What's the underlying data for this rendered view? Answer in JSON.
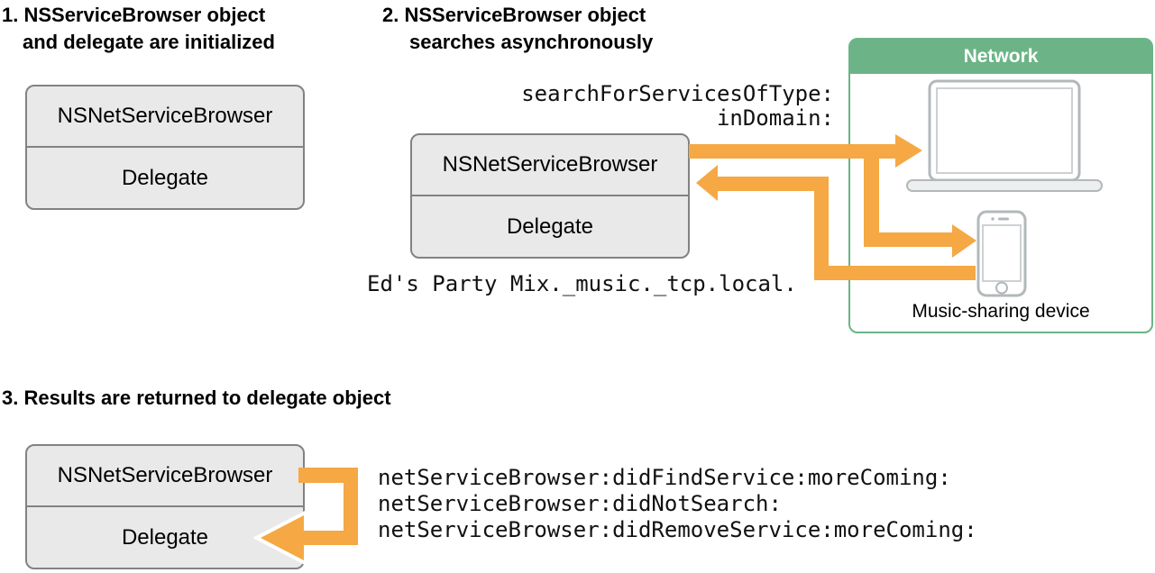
{
  "colors": {
    "arrow_orange": "#F5A843",
    "network_green": "#6CB487",
    "box_fill": "#E9E9E9",
    "box_border": "#828282",
    "device_gray": "#B3B8BB"
  },
  "step1": {
    "heading_line1": "1. NSServiceBrowser object",
    "heading_line2": "and delegate are initialized"
  },
  "step2": {
    "heading_line1": "2. NSServiceBrowser object",
    "heading_line2": "searches asynchronously",
    "call_line1": "searchForServicesOfType:",
    "call_line2": "inDomain:",
    "service_result": "Ed's Party Mix._music._tcp.local."
  },
  "step3": {
    "heading": "3. Results are returned to delegate object",
    "callbacks": [
      "netServiceBrowser:didFindService:moreComing:",
      "netServiceBrowser:didNotSearch:",
      "netServiceBrowser:didRemoveService:moreComing:"
    ]
  },
  "browser_box": {
    "class_label": "NSNetServiceBrowser",
    "delegate_label": "Delegate"
  },
  "network": {
    "header": "Network",
    "device_label": "Music-sharing device"
  }
}
